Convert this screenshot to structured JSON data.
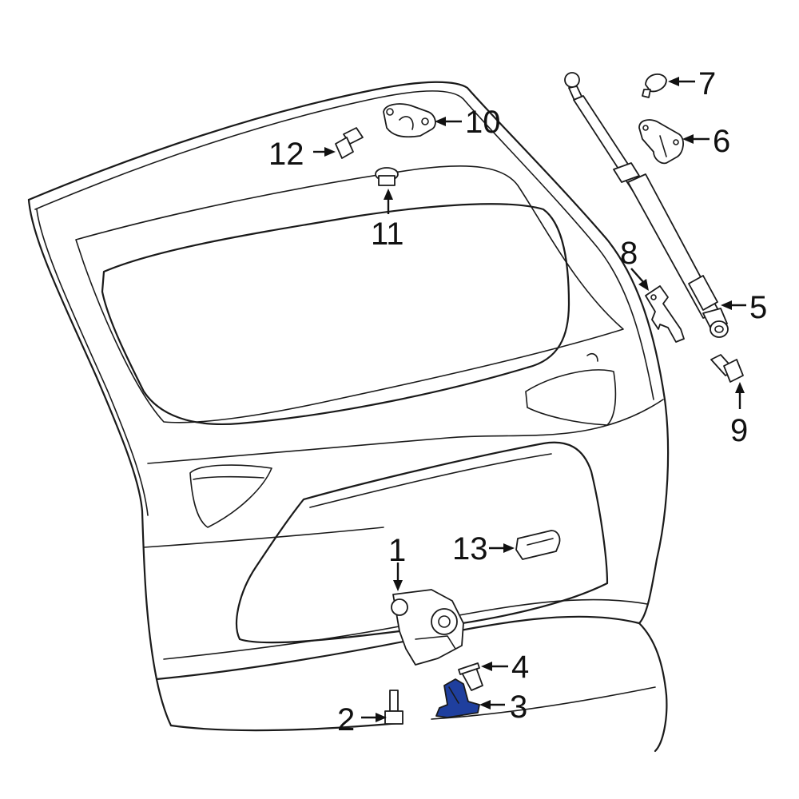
{
  "callouts": [
    {
      "id": "1",
      "label": "1"
    },
    {
      "id": "2",
      "label": "2"
    },
    {
      "id": "3",
      "label": "3",
      "highlighted": true
    },
    {
      "id": "4",
      "label": "4"
    },
    {
      "id": "5",
      "label": "5"
    },
    {
      "id": "6",
      "label": "6"
    },
    {
      "id": "7",
      "label": "7"
    },
    {
      "id": "8",
      "label": "8"
    },
    {
      "id": "9",
      "label": "9"
    },
    {
      "id": "10",
      "label": "10"
    },
    {
      "id": "11",
      "label": "11"
    },
    {
      "id": "12",
      "label": "12"
    },
    {
      "id": "13",
      "label": "13"
    }
  ],
  "colors": {
    "line": "#1a1a1a",
    "highlight_part": "#1f3f9e",
    "background": "#ffffff"
  }
}
